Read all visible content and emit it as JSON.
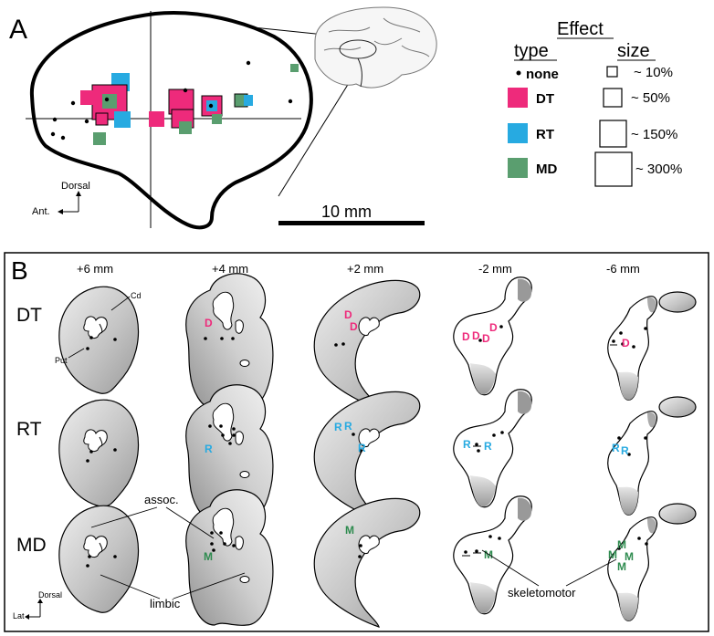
{
  "panel_a": {
    "letter": "A",
    "scale_bar": "10 mm",
    "orient": {
      "dorsal": "Dorsal",
      "anterior": "Ant."
    }
  },
  "legend": {
    "title": "Effect",
    "type_header": "type",
    "size_header": "size",
    "types": [
      {
        "label": "none",
        "color": "#000000"
      },
      {
        "label": "DT",
        "color": "#ee2a7b"
      },
      {
        "label": "RT",
        "color": "#27aae1"
      },
      {
        "label": "MD",
        "color": "#5a9e6f"
      }
    ],
    "sizes": [
      "~ 10%",
      "~ 50%",
      "~ 150%",
      "~ 300%"
    ]
  },
  "panel_b": {
    "letter": "B",
    "columns": [
      "+6 mm",
      "+4 mm",
      "+2 mm",
      "-2 mm",
      "-6 mm"
    ],
    "rows": [
      "DT",
      "RT",
      "MD"
    ],
    "structure_labels": {
      "cd": "Cd",
      "put": "Put"
    },
    "annotations": {
      "assoc": "assoc.",
      "limbic": "limbic",
      "skeletomotor": "skeletomotor"
    },
    "orient": {
      "dorsal": "Dorsal",
      "lateral": "Lat"
    },
    "markers": {
      "DT": "D",
      "RT": "R",
      "MD": "M"
    }
  },
  "colors": {
    "DT": "#ee2a7b",
    "RT": "#27aae1",
    "MD": "#2e8b4f",
    "section_dark": "#9a9a9a",
    "section_light": "#d9d9d9"
  }
}
